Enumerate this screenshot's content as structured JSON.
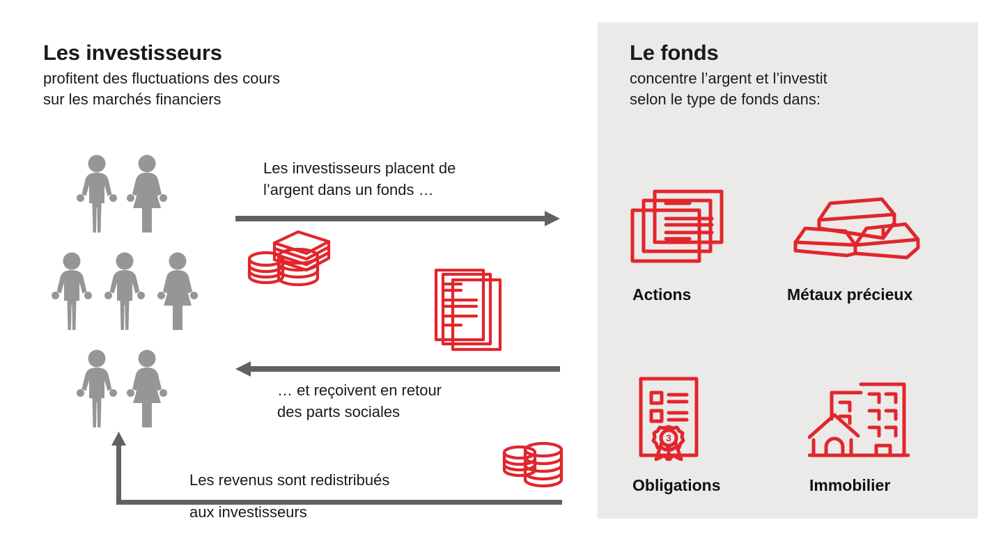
{
  "colors": {
    "red": "#e1262c",
    "gray_figure": "#969696",
    "arrow": "#616161",
    "panel_bg": "#eceae9",
    "text": "#1a1a1a",
    "page_bg": "#ffffff"
  },
  "investors": {
    "title": "Les investisseurs",
    "subtitle_line_1": "profitent des fluctuations des cours",
    "subtitle_line_2": "sur les marchés financiers",
    "people": [
      {
        "type": "man",
        "name": "investor-figure-man-1"
      },
      {
        "type": "woman",
        "name": "investor-figure-woman-1"
      },
      {
        "type": "man",
        "name": "investor-figure-man-2"
      },
      {
        "type": "man",
        "name": "investor-figure-man-3"
      },
      {
        "type": "woman",
        "name": "investor-figure-woman-2"
      },
      {
        "type": "man",
        "name": "investor-figure-man-4"
      },
      {
        "type": "woman",
        "name": "investor-figure-woman-3"
      }
    ]
  },
  "fund": {
    "title": "Le fonds",
    "subtitle_line_1": "concentre l’argent et l’investit",
    "subtitle_line_2": "selon le type de fonds dans:",
    "assets": [
      {
        "label": "Actions",
        "icon": "stock-certificates-icon"
      },
      {
        "label": "Métaux précieux",
        "icon": "gold-bars-icon"
      },
      {
        "label": "Obligations",
        "icon": "bond-certificate-icon"
      },
      {
        "label": "Immobilier",
        "icon": "real-estate-icon"
      }
    ]
  },
  "flows": [
    {
      "id": "invest",
      "direction": "right",
      "label_line_1": "Les investisseurs placent de",
      "label_line_2": "l’argent dans un fonds …",
      "icon": "money-stack-icon"
    },
    {
      "id": "shares",
      "direction": "left",
      "label_line_1": "… et reçoivent en retour",
      "label_line_2": "des parts sociales",
      "icon": "share-documents-icon"
    },
    {
      "id": "income",
      "direction": "up",
      "label_line_1": "Les revenus sont redistribués",
      "label_line_2": "aux investisseurs",
      "icon": "coin-stacks-icon"
    }
  ]
}
